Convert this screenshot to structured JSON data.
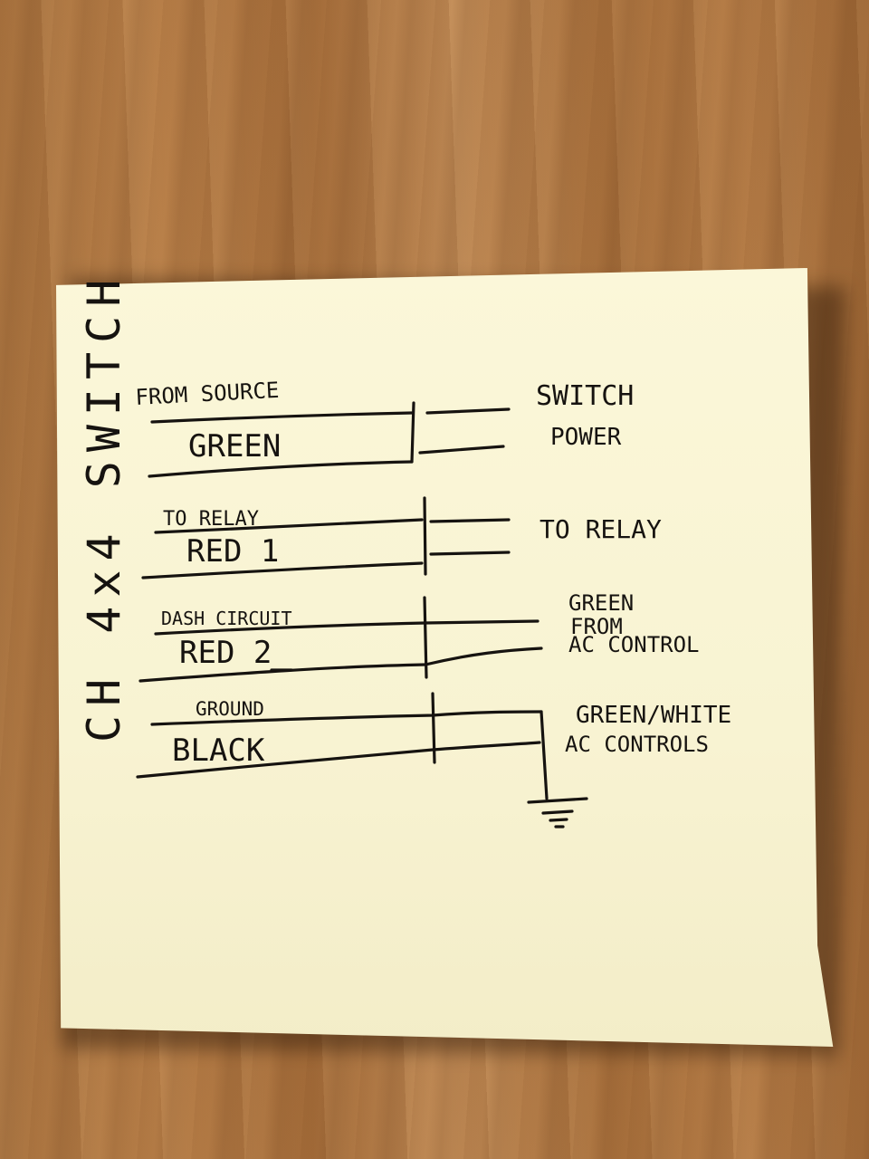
{
  "title": "CH 4x4 SWITCH",
  "rows": [
    {
      "top_label": "FROM SOURCE",
      "wire_label": "GREEN",
      "right_label": [
        "SWITCH",
        "POWER"
      ]
    },
    {
      "top_label": "TO RELAY",
      "wire_label": "RED 1",
      "right_label": [
        "TO RELAY"
      ]
    },
    {
      "top_label": "DASH CIRCUIT",
      "wire_label": "RED 2",
      "right_label": [
        "GREEN",
        "FROM",
        "AC CONTROL"
      ]
    },
    {
      "top_label": "GROUND",
      "wire_label": "BLACK",
      "right_label": [
        "GREEN/WHITE",
        "AC CONTROLS"
      ]
    }
  ],
  "ground_symbol": "ground-icon",
  "colors": {
    "ink": "#161310",
    "paper": "#fbf7d9",
    "wood": "#b07a45"
  }
}
